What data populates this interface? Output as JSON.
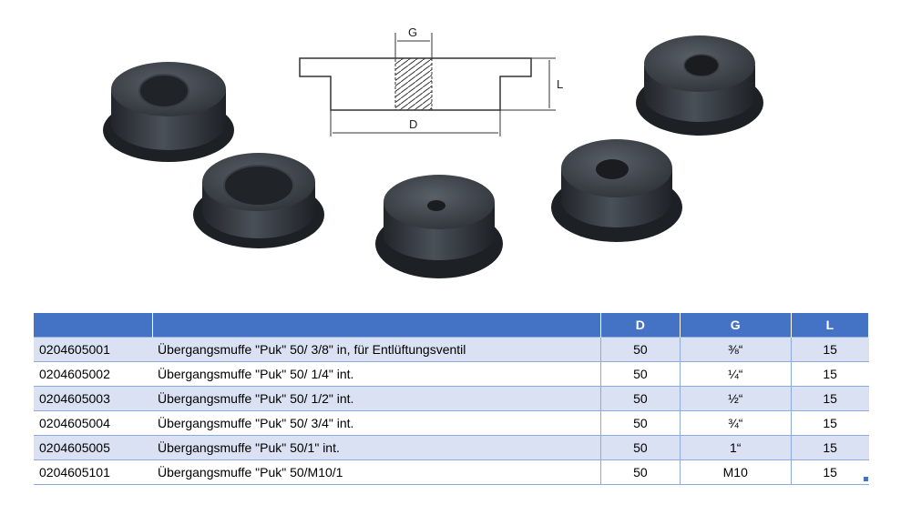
{
  "diagram": {
    "label_g": "G",
    "label_l": "L",
    "label_d": "D"
  },
  "products": [
    {
      "name": "puk-coupler-large-thread-left"
    },
    {
      "name": "puk-coupler-large-thread-front"
    },
    {
      "name": "puk-coupler-small-hole-center"
    },
    {
      "name": "puk-coupler-medium-hole-right"
    },
    {
      "name": "puk-coupler-small-thread-top-right"
    }
  ],
  "table": {
    "headers": [
      "",
      "",
      "D",
      "G",
      "L"
    ],
    "rows": [
      {
        "code": "0204605001",
        "desc": "Übergangsmuffe \"Puk\" 50/ 3/8\" in, für Entlüftungsventil",
        "d": "50",
        "g": "⅜“",
        "l": "15"
      },
      {
        "code": "0204605002",
        "desc": "Übergangsmuffe \"Puk\" 50/ 1/4\" int.",
        "d": "50",
        "g": "¼“",
        "l": "15"
      },
      {
        "code": "0204605003",
        "desc": "Übergangsmuffe \"Puk\" 50/ 1/2\" int.",
        "d": "50",
        "g": "½“",
        "l": "15"
      },
      {
        "code": "0204605004",
        "desc": "Übergangsmuffe \"Puk\" 50/ 3/4\" int.",
        "d": "50",
        "g": "¾“",
        "l": "15"
      },
      {
        "code": "0204605005",
        "desc": "Übergangsmuffe \"Puk\" 50/1\" int.",
        "d": "50",
        "g": "1“",
        "l": "15"
      },
      {
        "code": "0204605101",
        "desc": "Übergangsmuffe \"Puk\" 50/M10/1",
        "d": "50",
        "g": "M10",
        "l": "15"
      }
    ]
  }
}
